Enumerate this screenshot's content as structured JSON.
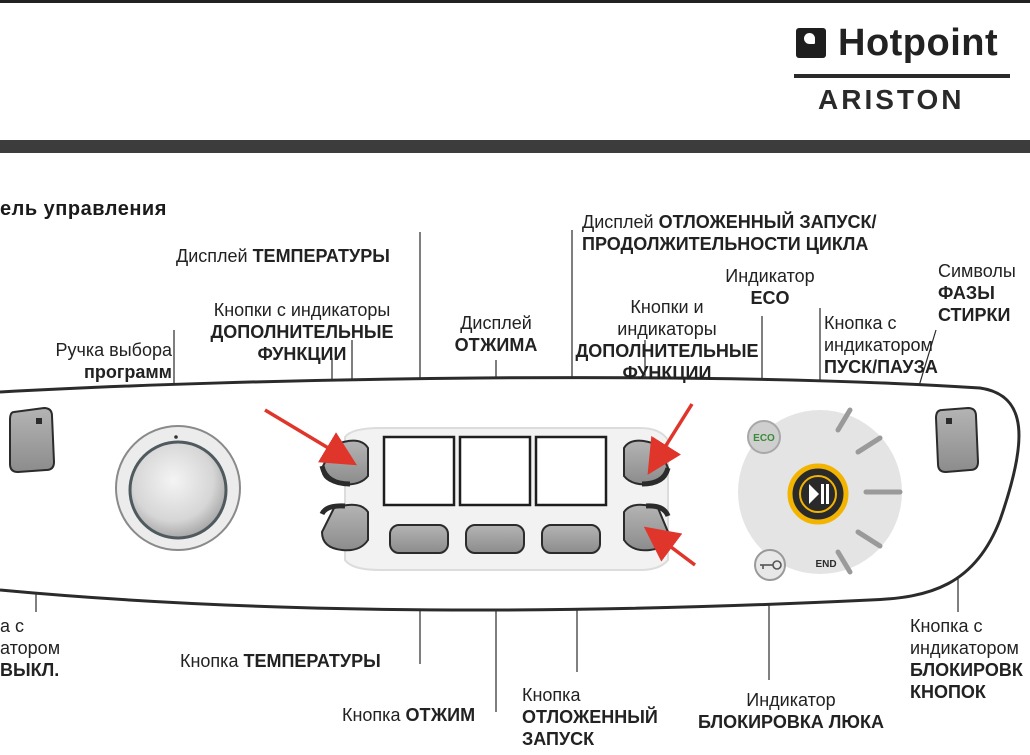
{
  "brand": {
    "name_top": "Hotpoint",
    "name_bottom": "ARISTON"
  },
  "section_title": "ель управления",
  "eco_badge": "ECO",
  "end_label": "END",
  "labels": {
    "display_temp": {
      "pre": "Дисплей ",
      "bold": "ТЕМПЕРАТУРЫ"
    },
    "buttons_extra_left": {
      "line1": "Кнопки с индикаторы",
      "line2": "ДОПОЛНИТЕЛЬНЫЕ",
      "line3": "ФУНКЦИИ"
    },
    "program_knob": {
      "line1": "Ручка выбора",
      "line2": "программ"
    },
    "display_spin": {
      "line1": "Дисплей",
      "line2": "ОТЖИМА"
    },
    "display_delay": {
      "pre": "Дисплей ",
      "bold1": "ОТЛОЖЕННЫЙ ЗАПУСК/",
      "bold2": "ПРОДОЛЖИТЕЛЬНОСТИ ЦИКЛА"
    },
    "buttons_extra_right": {
      "line1": "Кнопки и",
      "line2": "индикаторы",
      "line3": "ДОПОЛНИТЕЛЬНЫЕ",
      "line4": "ФУНКЦИИ"
    },
    "eco_indicator": {
      "line1": "Индикатор",
      "line2": "ECO"
    },
    "start_pause": {
      "line1": "Кнопка с",
      "line2": "индикатором",
      "line3": "ПУСК/ПАУЗА"
    },
    "wash_phases": {
      "line1": "Символы",
      "line2": "ФАЗЫ",
      "line3": "СТИРКИ"
    },
    "on_off": {
      "line1": "а с",
      "line2": "атором",
      "line3": "ВЫКЛ."
    },
    "temp_button": {
      "pre": "Кнопка  ",
      "bold": "ТЕМПЕРАТУРЫ"
    },
    "spin_button": {
      "pre": "Кнопка ",
      "bold": "ОТЖИМ"
    },
    "delay_button": {
      "line1": "Кнопка",
      "line2": "ОТЛОЖЕННЫЙ",
      "line3": "ЗАПУСК"
    },
    "door_lock": {
      "line1": "Индикатор",
      "line2": "БЛОКИРОВКА ЛЮКА"
    },
    "key_lock": {
      "line1": "Кнопка с",
      "line2": "индикатором",
      "line3": "БЛОКИРОВК",
      "line4": "КНОПОК"
    }
  },
  "colors": {
    "arrow": "#e0352b",
    "start_ring": "#f2b400",
    "eco_green": "#3a8a3a",
    "panel_outline": "#2b2b2b",
    "button_gray": "#9a9a9a"
  }
}
